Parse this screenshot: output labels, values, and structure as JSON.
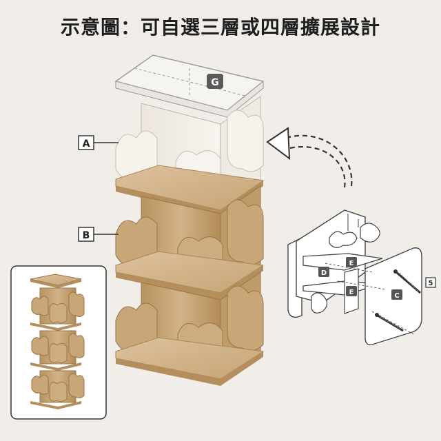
{
  "title": "示意圖：可自選三層或四層擴展設計",
  "labels": {
    "A": "A",
    "B": "B",
    "G": "G",
    "C": "C",
    "D": "D",
    "E1": "E",
    "E2": "E",
    "screw": "5"
  },
  "colors": {
    "background": "#f1eeea",
    "wood": "#c9a77c",
    "wood_dark": "#a98656",
    "panel_white": "#f4f0ea",
    "line": "#555555"
  }
}
